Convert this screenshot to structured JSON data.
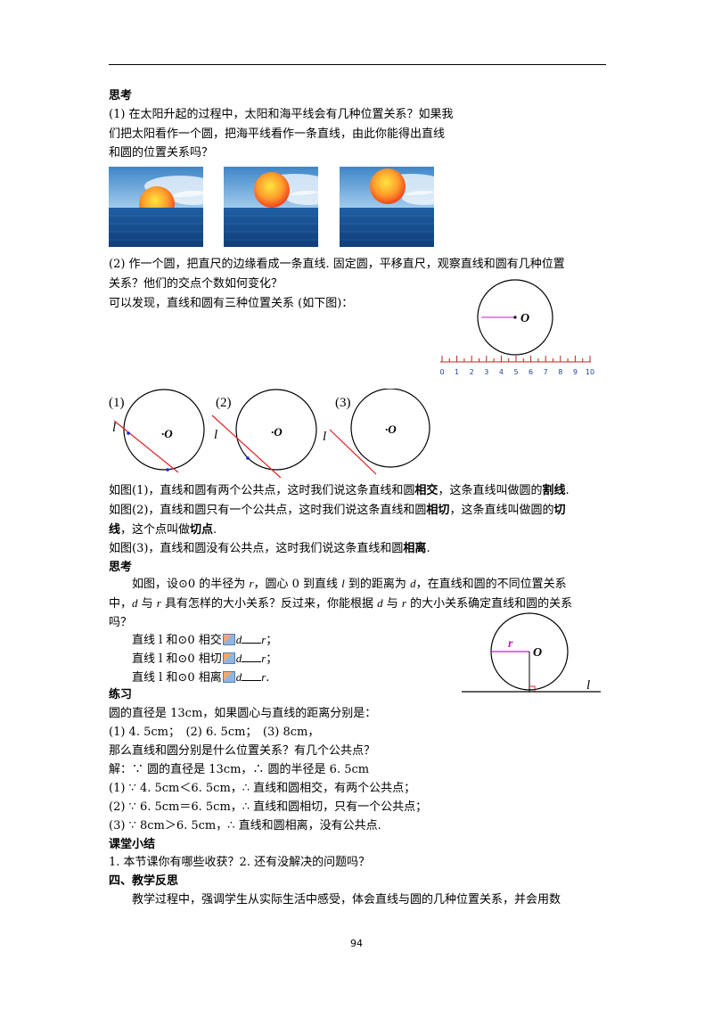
{
  "think1": {
    "heading": "思考",
    "q1_line1": "(1) 在太阳升起的过程中，太阳和海平线会有几种位置关系？如果我",
    "q1_line2": "们把太阳看作一个圆，把海平线看作一条直线，由此你能得出直线",
    "q1_line3": "和圆的位置关系吗？",
    "q2_line1": "(2) 作一个圆，把直尺的边缘看成一条直线. 固定圆，平移直尺，观察直线和圆有几种位置",
    "q2_line2": "关系？他们的交点个数如何变化？",
    "q2_line3": "可以发现，直线和圆有三种位置关系 (如下图)："
  },
  "ruler": {
    "o_label": "O",
    "ticks": [
      "0",
      "1",
      "2",
      "3",
      "4",
      "5",
      "6",
      "7",
      "8",
      "9",
      "10"
    ]
  },
  "figures": {
    "f1_label": "(1)",
    "f2_label": "(2)",
    "f3_label": "(3)",
    "o_label": "O",
    "line_label": "l"
  },
  "desc": {
    "l1_a": "如图(1)，直线和圆有两个公共点，这时我们说这条直线和圆",
    "l1_b1": "相交",
    "l1_c": "，这条直线叫做圆的",
    "l1_b2": "割线",
    "l1_d": ".",
    "l2_a": "如图(2)，直线和圆只有一个公共点，这时我们说这条直线和圆",
    "l2_b1": "相切",
    "l2_c": "，这条直线叫做圆的",
    "l2_b2": "切",
    "l3_b": "线",
    "l3_c": "，这个点叫做",
    "l3_b2": "切点",
    "l3_d": ".",
    "l4_a": "如图(3)，直线和圆没有公共点，这时我们说这条直线和圆",
    "l4_b": "相离",
    "l4_c": "."
  },
  "think2": {
    "heading": "思考",
    "p1_a": "如图，设⊙0 的半径为 ",
    "p1_r": "r",
    "p1_b": "，圆心 0 到直线 ",
    "p1_l": "l",
    "p1_c": " 到的距离为 ",
    "p1_d": "d",
    "p1_e": "，在直线和圆的不同位置关系",
    "p2_a": "中，",
    "p2_d": "d",
    "p2_b": " 与 ",
    "p2_r": "r",
    "p2_c": " 具有怎样的大小关系？反过来，你能根据 ",
    "p2_d2": "d",
    "p2_e": " 与 ",
    "p2_r2": "r",
    "p2_f": " 的大小关系确定直线和圆的关系",
    "p3": "吗？",
    "c1": "直线 l 和⊙0 相交",
    "c2": "直线 l 和⊙0 相切",
    "c3": "直线 l 和⊙0 相离",
    "d": "d",
    "r1": "r",
    "r2": "r",
    "r3": "r",
    "end1": "；",
    "end2": "；",
    "end3": ".",
    "fig_r": "r",
    "fig_o": "O",
    "fig_l": "l"
  },
  "practice": {
    "heading": "练习",
    "q": "圆的直径是 13cm，如果圆心与直线的距离分别是：",
    "opts": "(1) 4. 5cm；　(2) 6. 5cm；　(3) 8cm，",
    "ask": "那么直线和圆分别是什么位置关系？有几个公共点？",
    "s0": "解：∵ 圆的直径是 13cm，∴ 圆的半径是 6. 5cm",
    "s1": "(1) ∵ 4. 5cm＜6. 5cm，∴ 直线和圆相交，有两个公共点；",
    "s2": "(2) ∵ 6. 5cm＝6. 5cm，∴ 直线和圆相切，只有一个公共点；",
    "s3": "(3) ∵ 8cm＞6. 5cm，∴ 直线和圆相离，没有公共点."
  },
  "summary": {
    "heading": "课堂小结",
    "text": "1. 本节课你有哪些收获？2. 还有没解决的问题吗？"
  },
  "reflection": {
    "heading": "四、教学反思",
    "text": "教学过程中，强调学生从实际生活中感受，体会直线与圆的几种位置关系，并会用数"
  },
  "page_number": "94"
}
